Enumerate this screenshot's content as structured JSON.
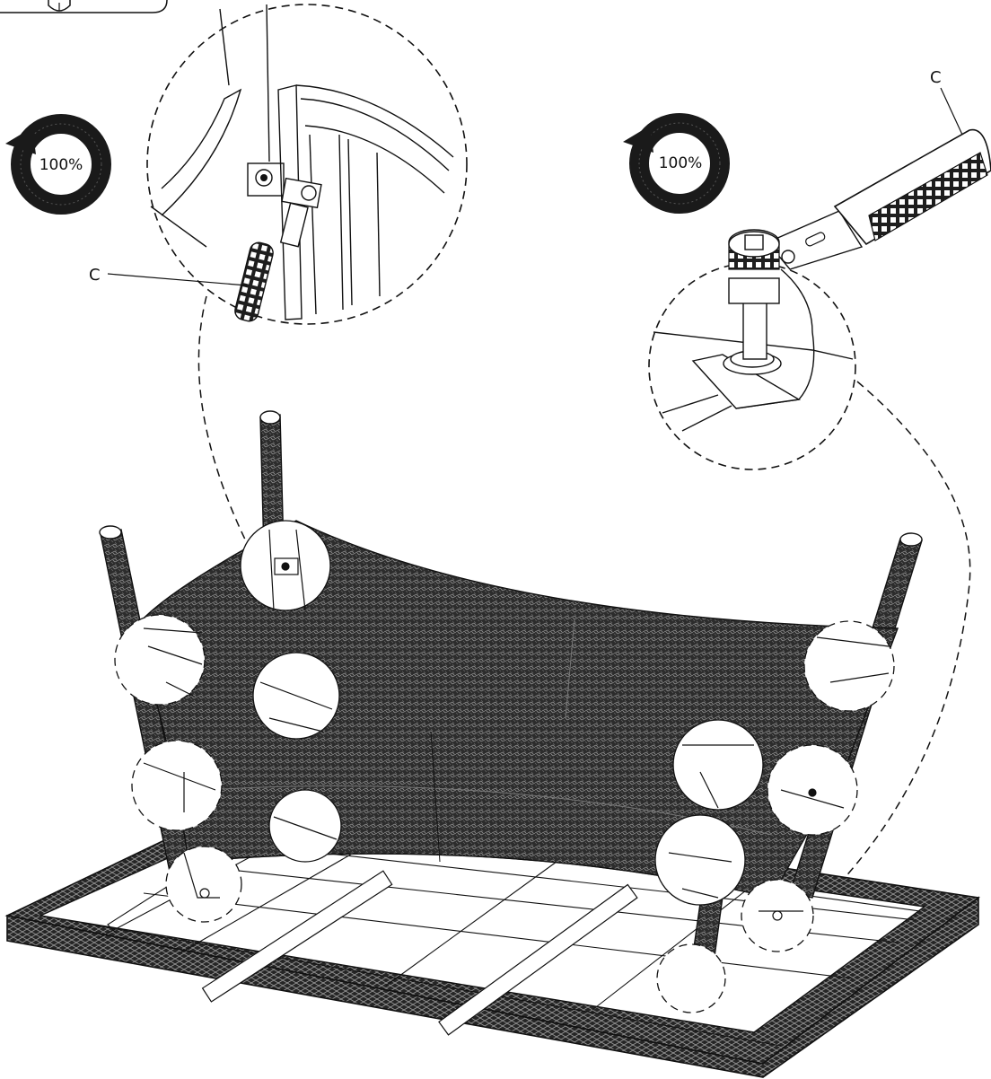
{
  "rotation_badges": [
    {
      "text": "100%"
    },
    {
      "text": "100%"
    }
  ],
  "part_labels": [
    {
      "text": "C"
    },
    {
      "text": "C"
    }
  ],
  "colors": {
    "ink": "#111111",
    "fabric": "#2a2a2a",
    "background": "#ffffff"
  },
  "icons": [
    "rotate-clockwise-icon",
    "ratchet-wrench-icon",
    "hex-bolt-icon",
    "cap-icon"
  ]
}
